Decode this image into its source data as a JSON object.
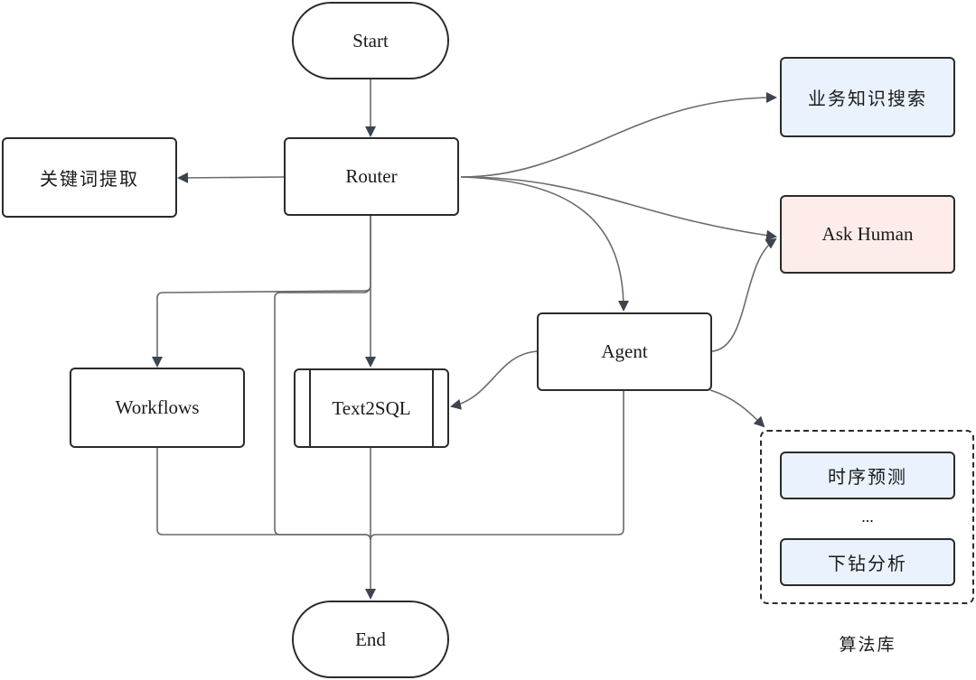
{
  "nodes": {
    "start": "Start",
    "router": "Router",
    "keyword": "关键词提取",
    "knowledge": "业务知识搜索",
    "ask_human": "Ask Human",
    "agent": "Agent",
    "workflows": "Workflows",
    "text2sql": "Text2SQL",
    "end": "End",
    "timeseries": "时序预测",
    "ellipsis": "...",
    "drilldown": "下钻分析"
  },
  "group": {
    "label": "算法库"
  },
  "colors": {
    "stroke": "#2b2b2b",
    "edge": "#6b6b6b",
    "arrow": "#3c4450",
    "blue_fill": "#eaf2fe",
    "pink_fill": "#fdecea"
  }
}
